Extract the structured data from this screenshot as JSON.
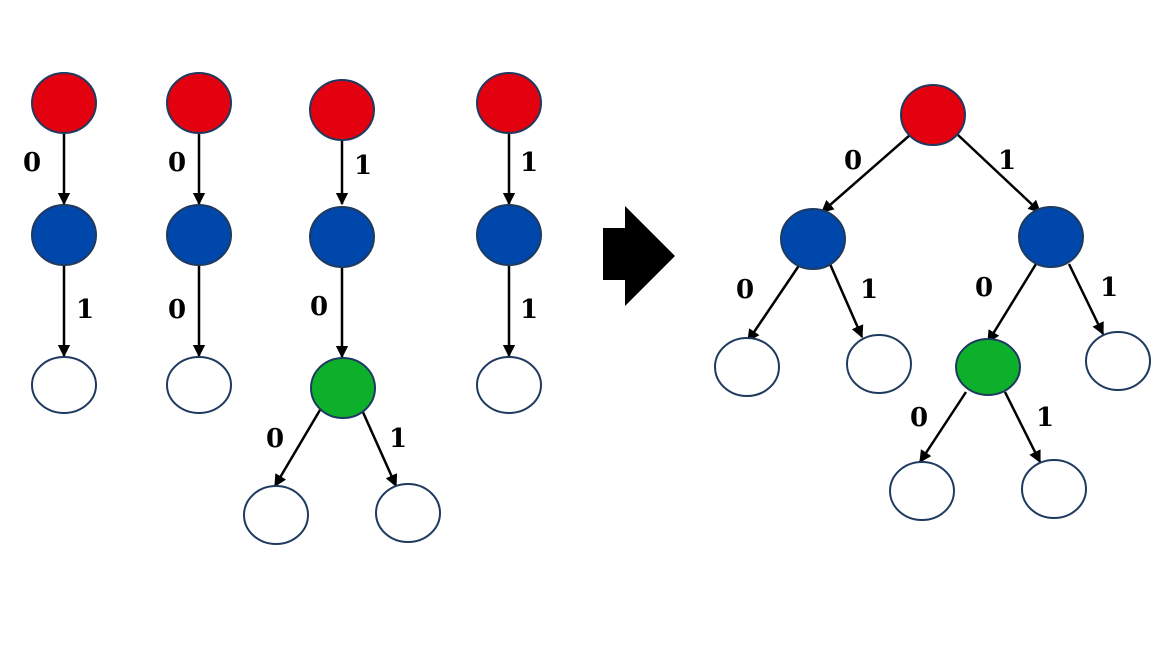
{
  "colors": {
    "root": "#e3000f",
    "level1": "#0047ab",
    "level2": "#0db02b",
    "leaf": "#ffffff",
    "outline": "#1f3a5f",
    "edge": "#000000"
  },
  "left_paths": [
    {
      "id": "path-a",
      "edges": [
        "0",
        "1"
      ]
    },
    {
      "id": "path-b",
      "edges": [
        "0",
        "0"
      ]
    },
    {
      "id": "path-c",
      "edges": [
        "1",
        "0"
      ],
      "branch_edges": [
        "0",
        "1"
      ]
    },
    {
      "id": "path-d",
      "edges": [
        "1",
        "1"
      ]
    }
  ],
  "merged_tree": {
    "root_edges": [
      "0",
      "1"
    ],
    "left_child_edges": [
      "0",
      "1"
    ],
    "right_child_edges": [
      "0",
      "1"
    ],
    "green_edges": [
      "0",
      "1"
    ]
  },
  "arrow_icon": "right-arrow-icon"
}
